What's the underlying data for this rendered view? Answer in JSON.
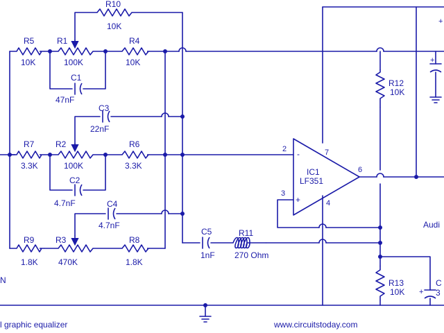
{
  "components": {
    "r10": {
      "ref": "R10",
      "value": "10K"
    },
    "r5": {
      "ref": "R5",
      "value": "10K"
    },
    "r1": {
      "ref": "R1",
      "value": "100K"
    },
    "r4": {
      "ref": "R4",
      "value": "10K"
    },
    "c1": {
      "ref": "C1",
      "value": "47nF"
    },
    "c3": {
      "ref": "C3",
      "value": "22nF"
    },
    "r7": {
      "ref": "R7",
      "value": "3.3K"
    },
    "r2": {
      "ref": "R2",
      "value": "100K"
    },
    "r6": {
      "ref": "R6",
      "value": "3.3K"
    },
    "c2": {
      "ref": "C2",
      "value": "4.7nF"
    },
    "c4": {
      "ref": "C4",
      "value": "4.7nF"
    },
    "r9": {
      "ref": "R9",
      "value": "1.8K"
    },
    "r3": {
      "ref": "R3",
      "value": "470K"
    },
    "r8": {
      "ref": "R8",
      "value": "1.8K"
    },
    "c5": {
      "ref": "C5",
      "value": "1nF"
    },
    "r11": {
      "ref": "R11",
      "value": "270 Ohm"
    },
    "r12": {
      "ref": "R12",
      "value": "10K"
    },
    "r13": {
      "ref": "R13",
      "value": "10K"
    },
    "c_edge": {
      "ref": "C",
      "value": "3"
    },
    "ic1": {
      "ref": "IC1",
      "part": "LF351"
    }
  },
  "pins": {
    "inv": "2",
    "noninv": "3",
    "out": "6",
    "vplus": "7",
    "vminus": "4"
  },
  "op_signs": {
    "minus": "-",
    "plus": "+"
  },
  "labels": {
    "audio_out": "Audi",
    "input": "N",
    "title": "l graphic equalizer",
    "website": "www.circuitstoday.com",
    "top_right_plus": "+"
  }
}
